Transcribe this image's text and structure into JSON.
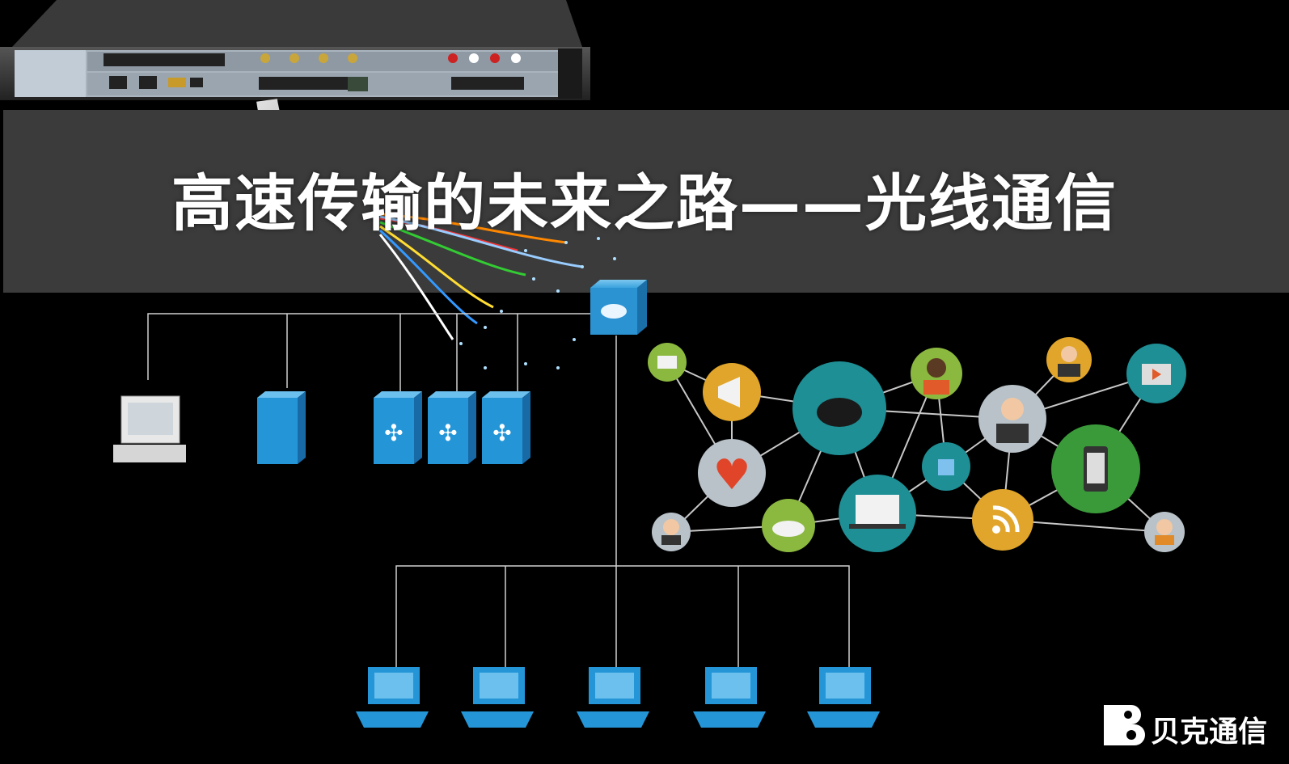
{
  "title": "高速传输的未来之路——光线通信",
  "brand": {
    "name": "贝克通信",
    "color": "#ffffff"
  },
  "colors": {
    "banner": "#3b3b3b",
    "device_blue": "#1f8fd1",
    "line": "#cfcfcf"
  },
  "diagram": {
    "top_nodes": [
      "workstation",
      "file-server",
      "server",
      "server",
      "server"
    ],
    "router": "router",
    "bottom_nodes": [
      "desktop-pc",
      "desktop-pc",
      "desktop-pc",
      "desktop-pc",
      "desktop-pc"
    ]
  },
  "social_icons": [
    "mail-icon",
    "megaphone-icon",
    "twitter-bird-icon",
    "person-icon",
    "person-icon",
    "video-icon",
    "heart-icon",
    "like-icon",
    "smartphone-icon",
    "cloud-icon",
    "laptop-icon",
    "rss-icon",
    "person-icon",
    "person-icon"
  ]
}
